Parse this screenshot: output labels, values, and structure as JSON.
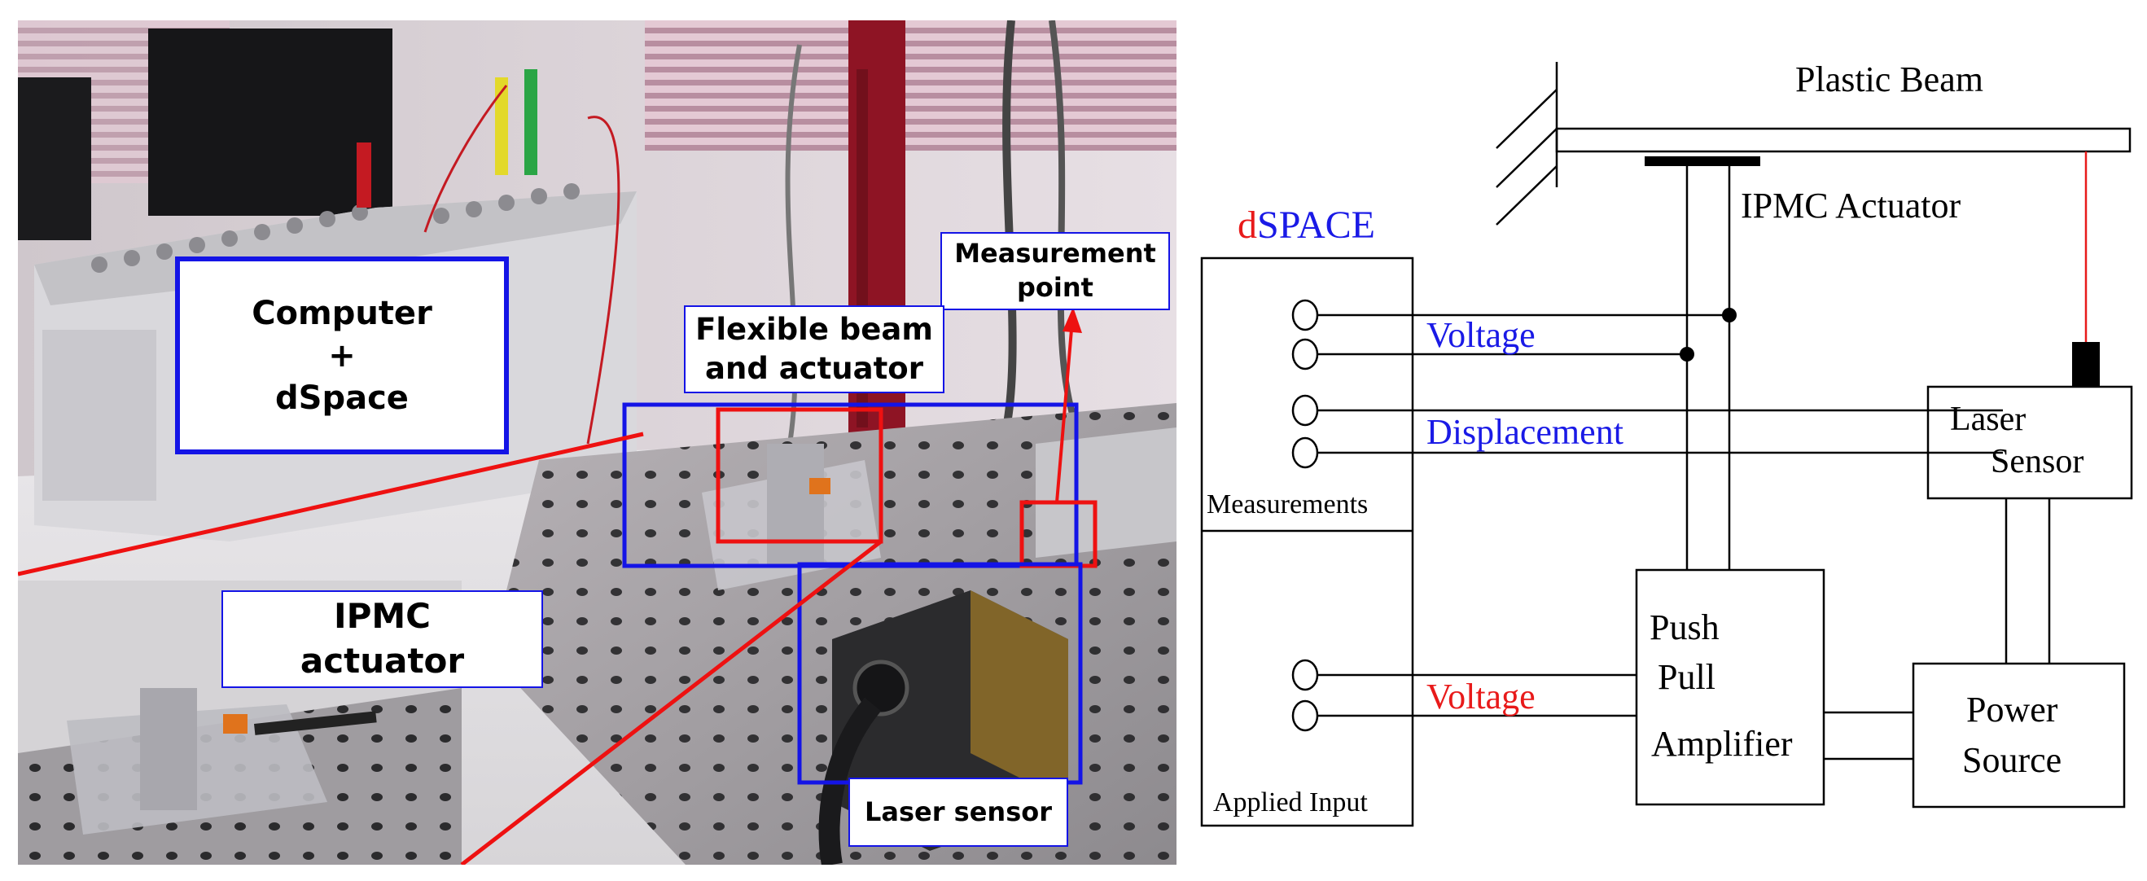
{
  "photo": {
    "labels": {
      "computer": "Computer\n+\ndSpace",
      "measurement_point": "Measurement\npoint",
      "flexible_beam": "Flexible beam\nand actuator",
      "ipmc": "IPMC\nactuator",
      "laser_sensor": "Laser sensor"
    },
    "colors": {
      "highlight_blue": "#1414e6",
      "highlight_red": "#ee1111"
    }
  },
  "schematic": {
    "title_beam": "Plastic Beam",
    "ipmc_actuator": "IPMC Actuator",
    "dspace_prefix": "d",
    "dspace_suffix": "SPACE",
    "measurements": "Measurements",
    "applied_input": "Applied Input",
    "voltage_top": "Voltage",
    "displacement": "Displacement",
    "voltage_bottom": "Voltage",
    "laser_line1": "Laser",
    "laser_line2": "Sensor",
    "amp_line1": "Push",
    "amp_line2": "Pull",
    "amp_line3": "Amplifier",
    "power_line1": "Power",
    "power_line2": "Source",
    "colors": {
      "blue": "#1a1ae6",
      "red": "#e81a1a",
      "line": "#000000"
    }
  }
}
